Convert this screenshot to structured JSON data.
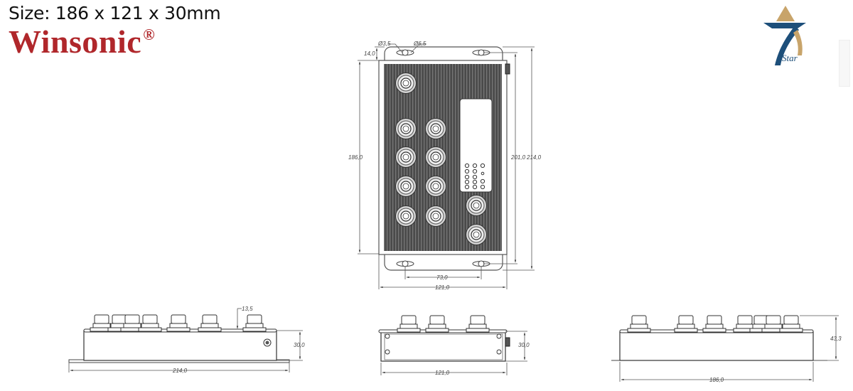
{
  "header": {
    "size_label": "Size: 186 x 121 x 30mm",
    "brand_name": "Winsonic",
    "brand_mark": "®",
    "brand_color": "#b0272b"
  },
  "logo": {
    "text": "Star",
    "icon": "star-7-logo-icon",
    "colors": {
      "navy": "#1d4f7a",
      "gold": "#c8a46a"
    }
  },
  "top_view": {
    "dimensions": {
      "hole_small": "Ø3,5",
      "hole_large": "Ø6,5",
      "flange": "14,0",
      "body_height": "186,0",
      "inner_height": "201,0",
      "total_height": "214,0",
      "hole_spacing": "73,0",
      "width": "121,0"
    },
    "connector_count": 11,
    "led_panel": "status-led-panel"
  },
  "side_view_long": {
    "dimensions": {
      "offset": "13,5",
      "height": "30,0",
      "length": "214,0"
    }
  },
  "end_view": {
    "dimensions": {
      "height": "30,0",
      "width": "121,0"
    }
  },
  "side_view_back": {
    "dimensions": {
      "height": "43,3",
      "length": "186,0"
    }
  }
}
